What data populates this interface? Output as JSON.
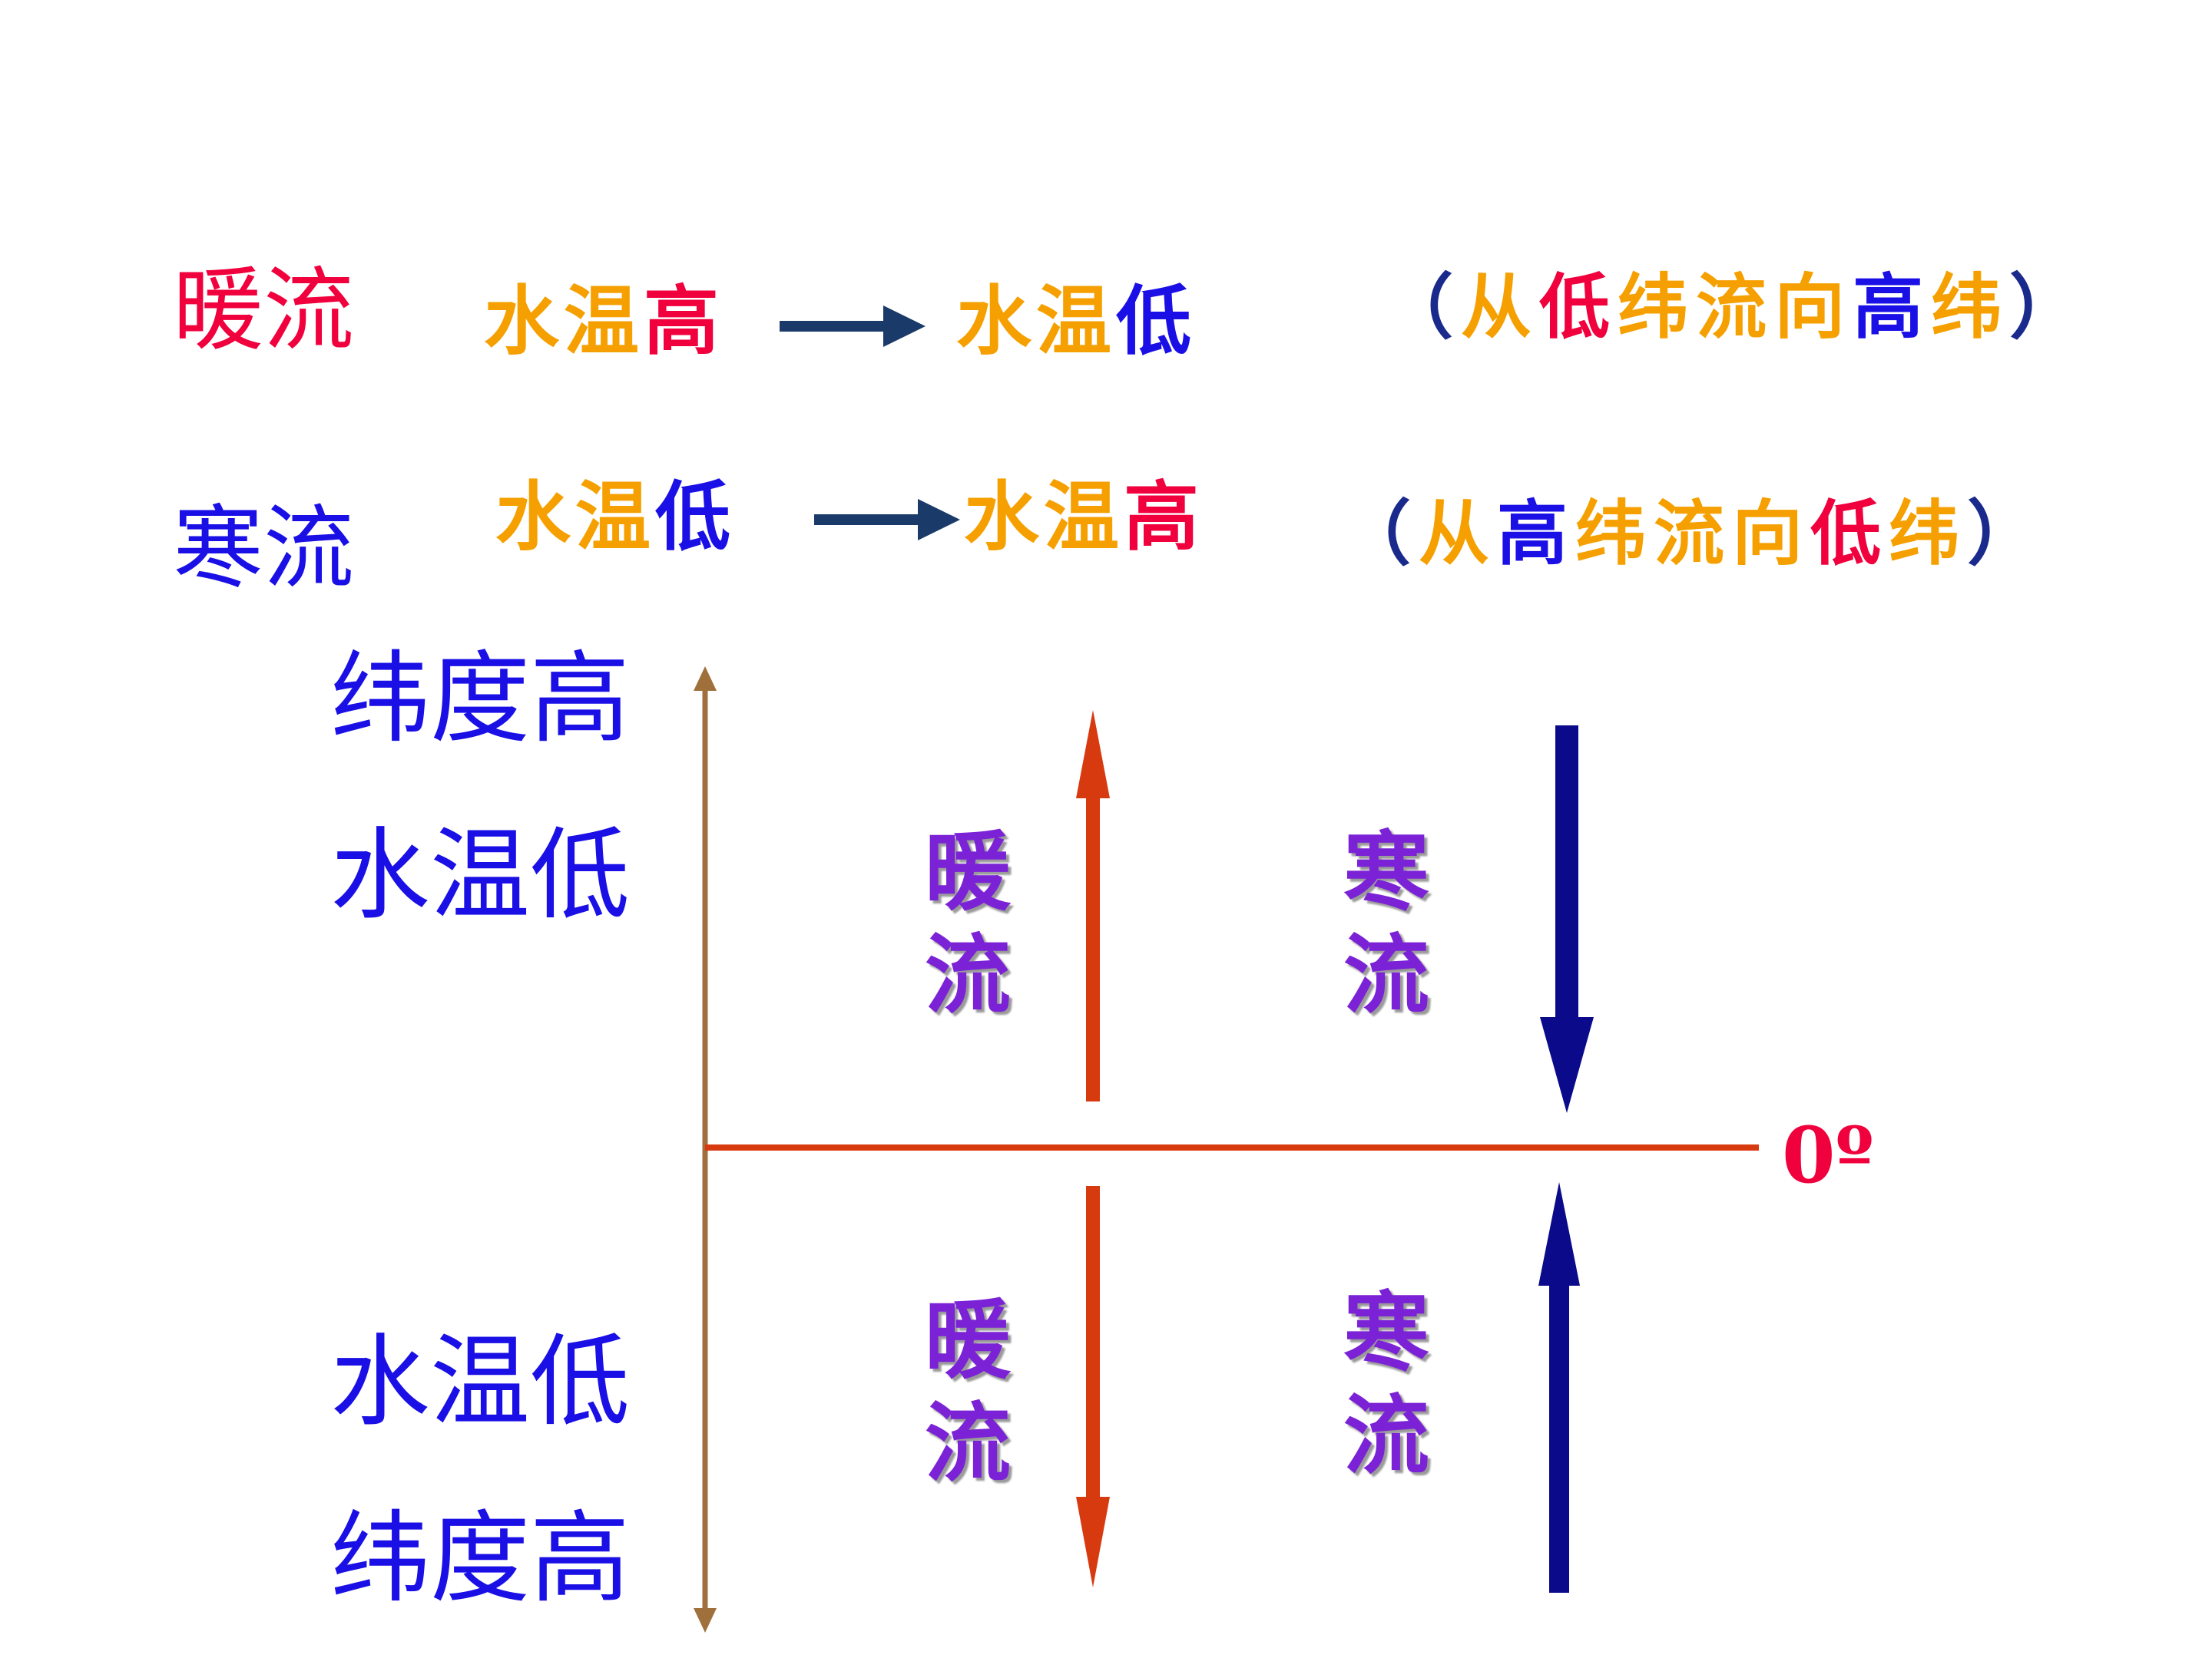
{
  "colors": {
    "orange": "#f5a000",
    "red": "#f0003c",
    "blue": "#1a10e6",
    "purple": "#7b22d6",
    "axis_brown": "#a0703c",
    "warm_arrow": "#d83a10",
    "cold_arrow": "#0a0a8a",
    "flow_arrow": "#1a3a6a"
  },
  "rows": {
    "warm": {
      "label": "暖流",
      "from_prefix": "水温",
      "from_level": "高",
      "to_prefix": "水温",
      "to_level": "低",
      "paren_open": "（",
      "p_from": "从",
      "p_lat1": "低",
      "p_wei1": "纬",
      "p_flow": "流向",
      "p_lat2": "高",
      "p_wei2": "纬",
      "paren_close": "）"
    },
    "cold": {
      "label": "寒流",
      "from_prefix": "水温",
      "from_level": "低",
      "to_prefix": "水温",
      "to_level": "高",
      "paren_open": "（",
      "p_from": "从",
      "p_lat1": "高",
      "p_wei1": "纬",
      "p_flow": "流向",
      "p_lat2": "低",
      "p_wei2": "纬",
      "paren_close": "）"
    }
  },
  "diagram": {
    "north_top": "纬度高",
    "north_bottom": "水温低",
    "south_top": "水温低",
    "south_bottom": "纬度高",
    "equator_label": "0º",
    "warm_north": [
      "暖",
      "流"
    ],
    "cold_north": [
      "寒",
      "流"
    ],
    "warm_south": [
      "暖",
      "流"
    ],
    "cold_south": [
      "寒",
      "流"
    ]
  }
}
